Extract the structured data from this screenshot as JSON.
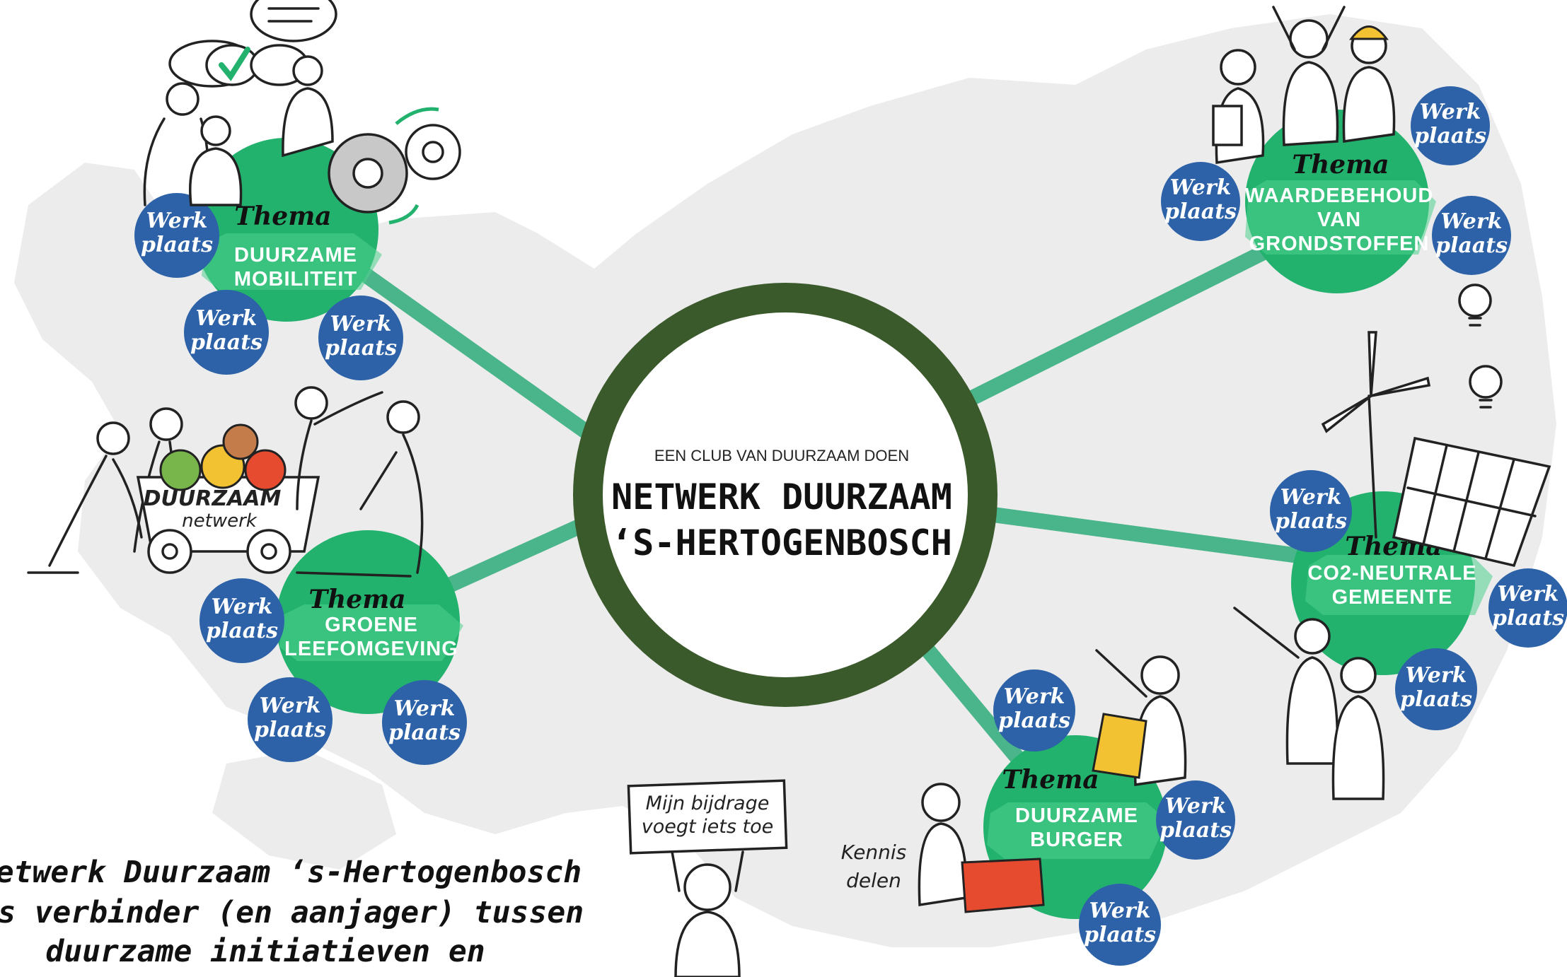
{
  "center": {
    "subtitle": "EEN CLUB VAN DUURZAAM DOEN",
    "title_line1": "NETWERK DUURZAAM",
    "title_line2": "‘S-HERTOGENBOSCH"
  },
  "workshop": {
    "line1": "Werk",
    "line2": "plaats"
  },
  "themes": [
    {
      "label": "Thema",
      "lines": [
        "DUURZAME",
        "MOBILITEIT"
      ]
    },
    {
      "label": "Thema",
      "lines": [
        "GROENE",
        "LEEFOMGEVING"
      ]
    },
    {
      "label": "Thema",
      "lines": [
        "WAARDEBEHOUD",
        "VAN",
        "GRONDSTOFFEN"
      ]
    },
    {
      "label": "Thema",
      "lines": [
        "CO2-NEUTRALE",
        "GEMEENTE"
      ]
    },
    {
      "label": "Thema",
      "lines": [
        "DUURZAME",
        "BURGER"
      ]
    }
  ],
  "sketch_text": {
    "cart_line1": "DUURZAAM",
    "cart_line2": "netwerk",
    "sign_line1": "Mijn bijdrage",
    "sign_line2": "voegt iets toe",
    "kennis_line1": "Kennis",
    "kennis_line2": "delen"
  },
  "caption": [
    "Netwerk Duurzaam ‘s-Hertogenbosch",
    "als verbinder (en aanjager) tussen",
    "duurzame initiatieven en"
  ],
  "colors": {
    "ring": "#3b5a2c",
    "theme_green": "#22b26e",
    "connector_green": "#4ab58a",
    "workshop_blue": "#2d62a8",
    "map_gray": "#ececec"
  },
  "icons": [
    "checkmark-icon",
    "speech-bubble-icon",
    "gear-icon",
    "cart-icon",
    "puzzle-piece-icon",
    "lightbulb-icon",
    "wind-turbine-icon",
    "solar-panel-icon",
    "hard-hat-icon"
  ]
}
